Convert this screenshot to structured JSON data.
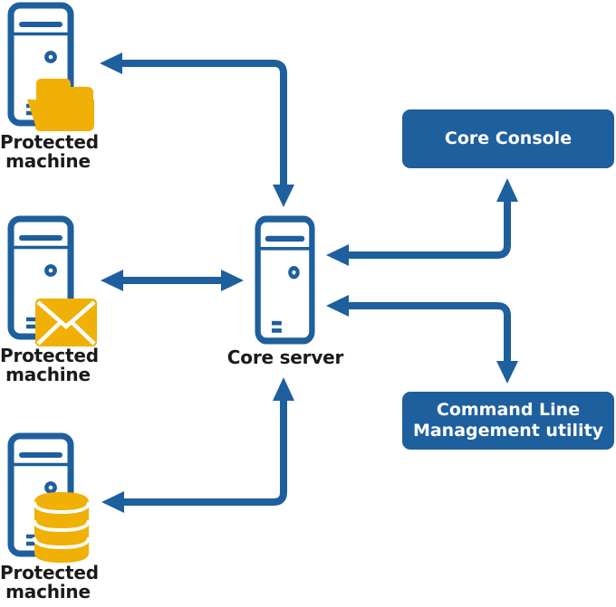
{
  "title": "Core server architecture diagram",
  "colors": {
    "accent_blue": "#1E5F9E",
    "accent_yellow": "#F0B005",
    "label_text": "#1A1A1A",
    "background": "#FFFFFF",
    "box_text": "#FFFFFF"
  },
  "nodes": {
    "machines": [
      {
        "id": "machine-top",
        "label_line1": "Protected",
        "label_line2": "machine",
        "icon": "folder-icon"
      },
      {
        "id": "machine-middle",
        "label_line1": "Protected",
        "label_line2": "machine",
        "icon": "mail-icon"
      },
      {
        "id": "machine-bottom",
        "label_line1": "Protected",
        "label_line2": "machine",
        "icon": "database-icon"
      }
    ],
    "core_server": {
      "label": "Core server",
      "icon": "server-tower-icon"
    },
    "core_console": {
      "label": "Core Console"
    },
    "cli_utility": {
      "label_line1": "Command Line",
      "label_line2": "Management utility"
    }
  },
  "connections": [
    {
      "from": "core-server",
      "to": "machine-top",
      "style": "elbow",
      "arrowheads": "both",
      "direction": "left-and-down"
    },
    {
      "from": "core-server",
      "to": "machine-middle",
      "style": "straight",
      "arrowheads": "both",
      "direction": "horizontal"
    },
    {
      "from": "core-server",
      "to": "machine-bottom",
      "style": "elbow",
      "arrowheads": "both",
      "direction": "up-and-left"
    },
    {
      "from": "core-console",
      "to": "core-server",
      "style": "elbow",
      "arrowheads": "both",
      "direction": "up-and-left"
    },
    {
      "from": "cli-utility",
      "to": "core-server",
      "style": "elbow",
      "arrowheads": "both",
      "direction": "left-and-down"
    }
  ]
}
